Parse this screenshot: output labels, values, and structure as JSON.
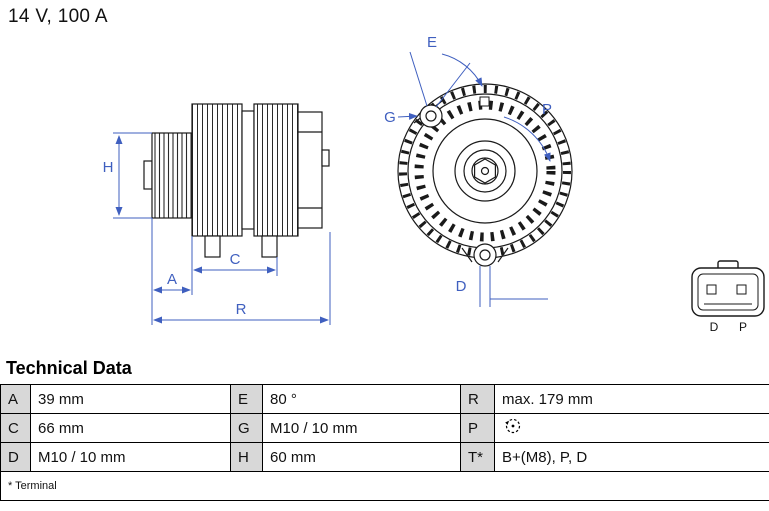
{
  "header": {
    "title": "14 V, 100 A"
  },
  "diagram": {
    "dimension_color": "#3f5fbf",
    "line_color": "#1a1a1a",
    "labels": {
      "H": "H",
      "A": "A",
      "C": "C",
      "R": "R",
      "E": "E",
      "G": "G",
      "P": "P",
      "D": "D"
    },
    "connector": {
      "pin_labels": [
        "D",
        "P"
      ]
    }
  },
  "table": {
    "title": "Technical Data",
    "rows": [
      [
        {
          "label": "A",
          "value": "39 mm"
        },
        {
          "label": "E",
          "value": "80 °"
        },
        {
          "label": "R",
          "value": "max. 179 mm"
        }
      ],
      [
        {
          "label": "C",
          "value": "66 mm"
        },
        {
          "label": "G",
          "value": "M10 / 10 mm"
        },
        {
          "label": "P",
          "value": ""
        }
      ],
      [
        {
          "label": "D",
          "value": "M10 / 10 mm"
        },
        {
          "label": "H",
          "value": "60 mm"
        },
        {
          "label": "T*",
          "value": "B+(M8), P, D"
        }
      ]
    ],
    "footnote": "* Terminal"
  }
}
